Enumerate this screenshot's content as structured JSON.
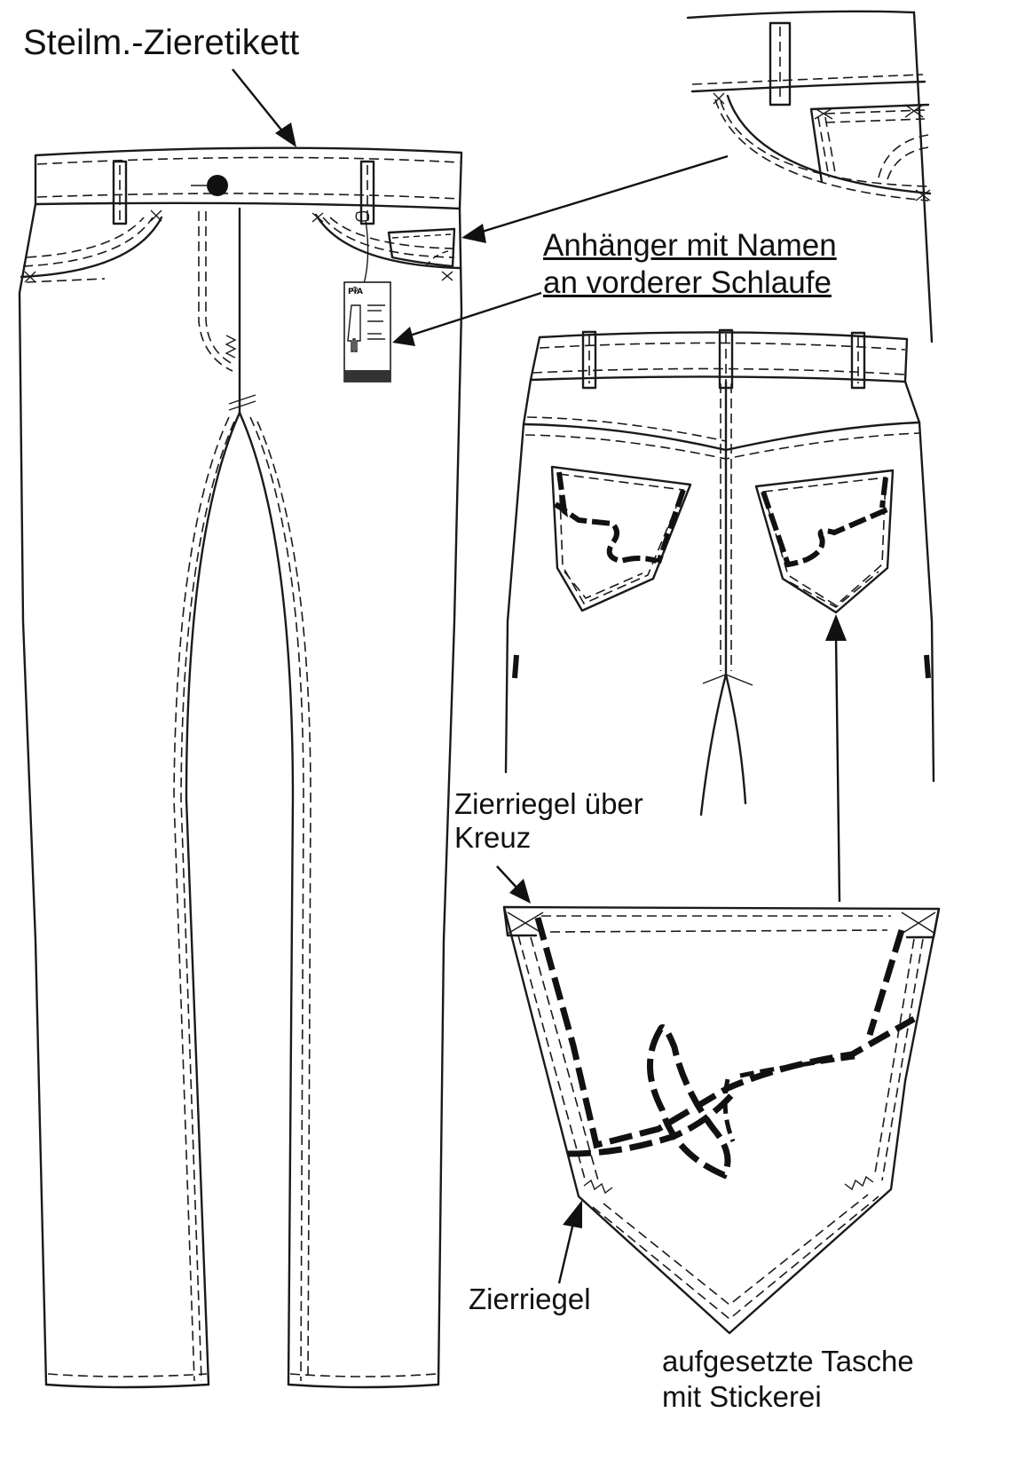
{
  "labels": {
    "waistband_label": "Steilm.-Zieretikett",
    "hangtag_note_line1": "Anhänger mit Namen",
    "hangtag_note_line2": "an vorderer Schlaufe",
    "bartack_cross_line1": "Zierriegel über",
    "bartack_cross_line2": "Kreuz",
    "bartack": "Zierriegel",
    "patch_pocket_line1": "aufgesetzte Tasche",
    "patch_pocket_line2": "mit Stickerei"
  },
  "hangtag": {
    "name": "PIA"
  }
}
